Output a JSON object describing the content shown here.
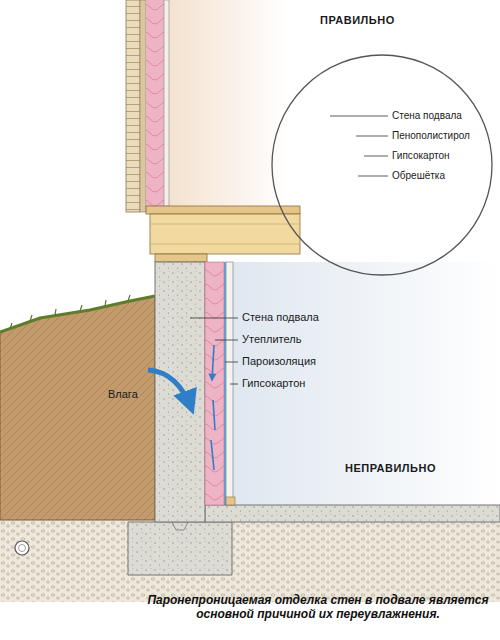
{
  "diagram": {
    "caption": "Паронепроницаемая отделка стен в подвале является основной причиной их переувлажнения.",
    "nodes": [
      {
        "text": [
          "ПРАВИЛЬНО",
          "Стена подвала",
          "Пенополистирол",
          "Гипсокартон",
          "Обрешётка"
        ]
      }
    ],
    "edges": [],
    "labels": [
      "Стена подвала",
      "Утеплитель",
      "Пароизоляция",
      "Гипсокартон",
      "Влага",
      "НЕПРАВИЛЬНО"
    ]
  }
}
